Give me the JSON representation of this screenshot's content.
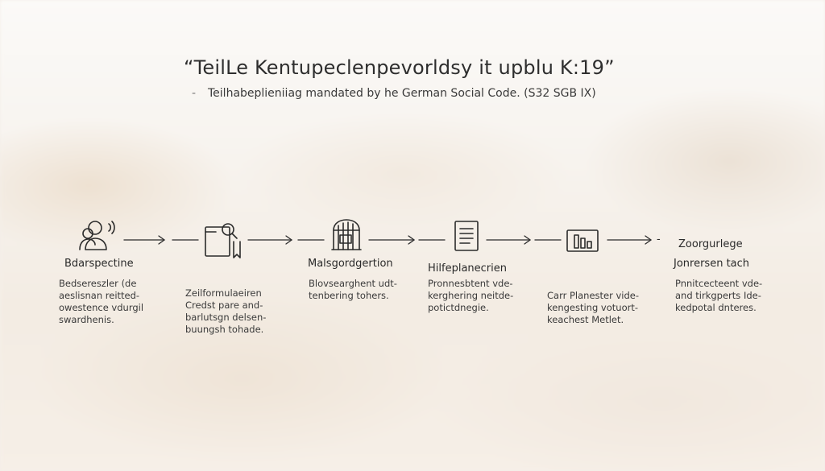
{
  "header": {
    "title": "“TeilLe Kentupeclenpevorldsy it upblu K:19”",
    "subtitle_dash": "-",
    "subtitle": "Teilhabeplieniiag mandated by he German Social Code. (S32 SGB IX)"
  },
  "steps": [
    {
      "icon": "person-speech-icon",
      "label": "Bdarspectine",
      "description": [
        "Bedsereszler (de",
        "aeslisnan reitted-",
        "owestence vdurgil",
        "swardhenis."
      ]
    },
    {
      "icon": "document-search-icon",
      "label": "",
      "description": [
        "Zeilformulaeiren",
        "Credst pare and-",
        "barlutsgn delsen-",
        "buungsh tohade."
      ]
    },
    {
      "icon": "building-icon",
      "label": "Malsgordgertion",
      "description": [
        "Blovsearghent udt-",
        "tenbering tohers."
      ]
    },
    {
      "icon": "document-lines-icon",
      "label": "Hilfeplanecrien",
      "description": [
        "Pronnesbtent vde-",
        "kerghering neitde-",
        "potictdnegie."
      ]
    },
    {
      "icon": "bar-chart-icon",
      "label": "",
      "description": [
        "Carr Planester vide-",
        "kengesting votuort-",
        "keachest Metlet."
      ]
    },
    {
      "icon": "",
      "label": "Zoorgurlege",
      "label2": "Jonrersen tach",
      "description": [
        "Pnnitcecteent vde-",
        "and tirkgperts Ide-",
        "kedpotal dnteres."
      ]
    }
  ],
  "connectors": {
    "trailing_dash": "-"
  }
}
